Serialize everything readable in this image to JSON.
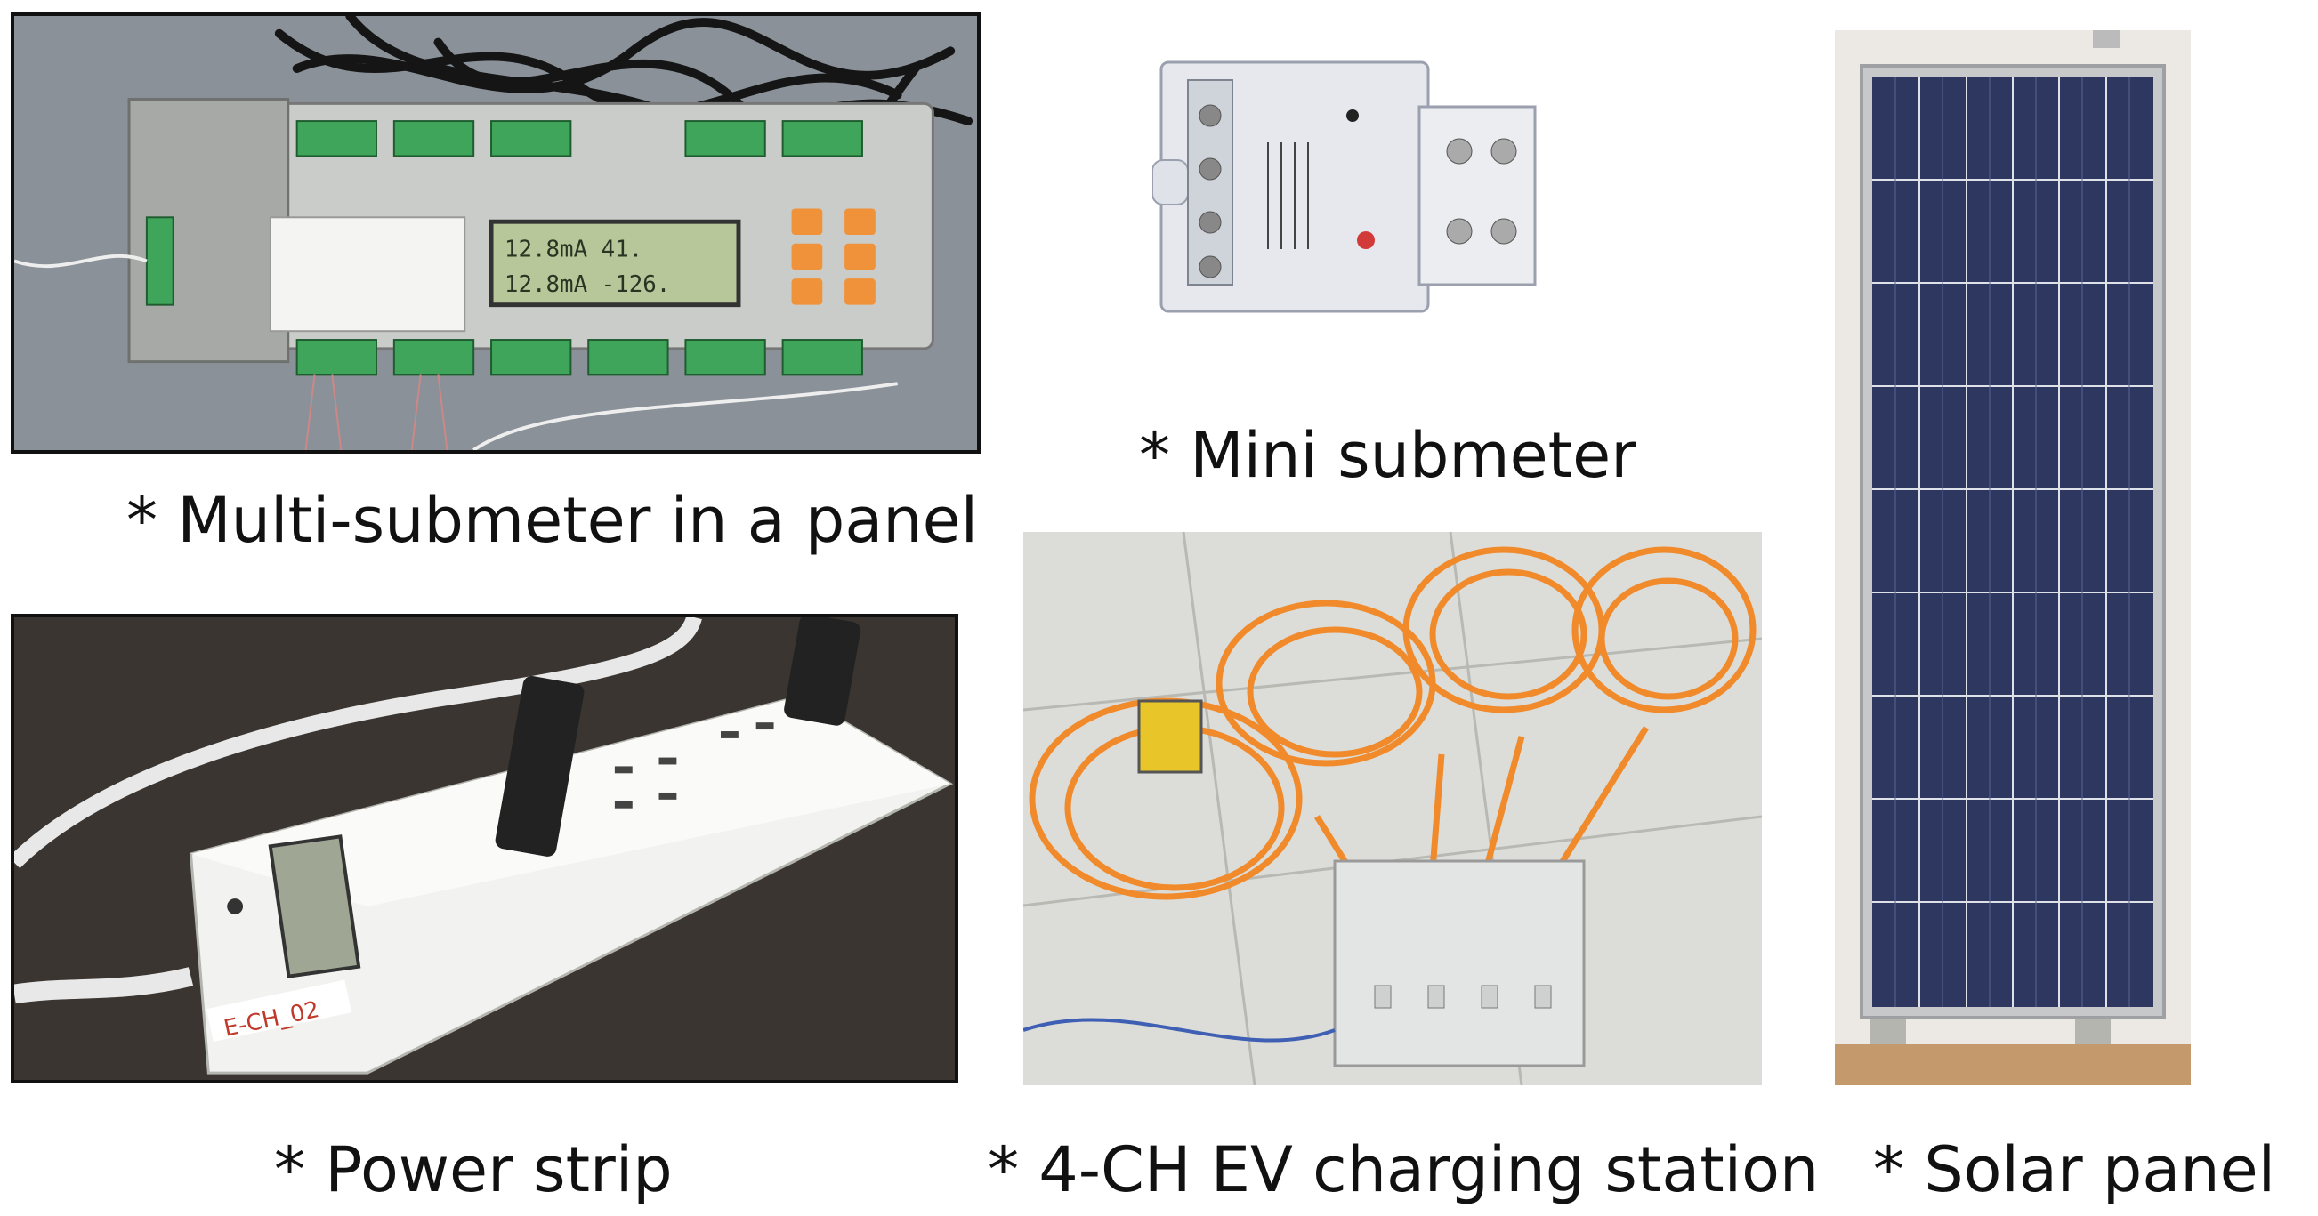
{
  "captions": {
    "multi_submeter": "* Multi-submeter in a panel",
    "mini_submeter": "* Mini submeter",
    "power_strip": "* Power strip",
    "ev_station": "* 4-CH EV charging station",
    "solar_panel": "* Solar panel"
  },
  "photos": {
    "multi_submeter": {
      "display_line1": "12.8mA    41.",
      "display_line2": "12.8mA  -126."
    },
    "power_strip": {
      "label": "E-CH_02"
    }
  },
  "colors": {
    "panel_bg": "#8a9198",
    "cable_orange": "#f08a2a",
    "solar_cell": "#2e3760",
    "lcd_green": "#b8c79a"
  }
}
